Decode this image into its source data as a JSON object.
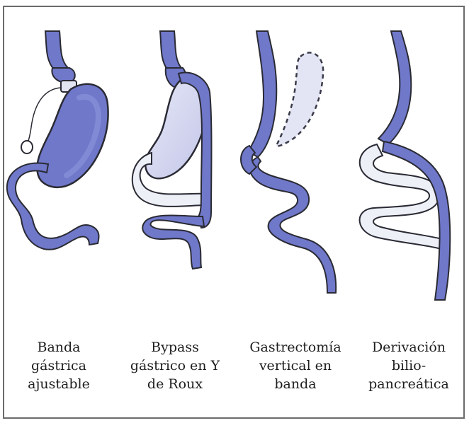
{
  "colors": {
    "organ_blue": "#6f78c9",
    "organ_blue_dark": "#4f58ad",
    "light_pouch": "#d9dbf0",
    "bypassed_white": "#eef0f8",
    "outline": "#2a2a34",
    "frame": "#6b6b6b"
  },
  "procedures": [
    {
      "id": "banda",
      "lines": [
        "Banda",
        "gástrica",
        "ajustable"
      ]
    },
    {
      "id": "bypass",
      "lines": [
        "Bypass",
        "gástrico en Y",
        "de Roux"
      ]
    },
    {
      "id": "manga",
      "lines": [
        "Gastrectomía",
        "vertical en",
        "banda"
      ]
    },
    {
      "id": "derivacion",
      "lines": [
        "Derivación",
        "bilio-",
        "pancreática"
      ]
    }
  ]
}
